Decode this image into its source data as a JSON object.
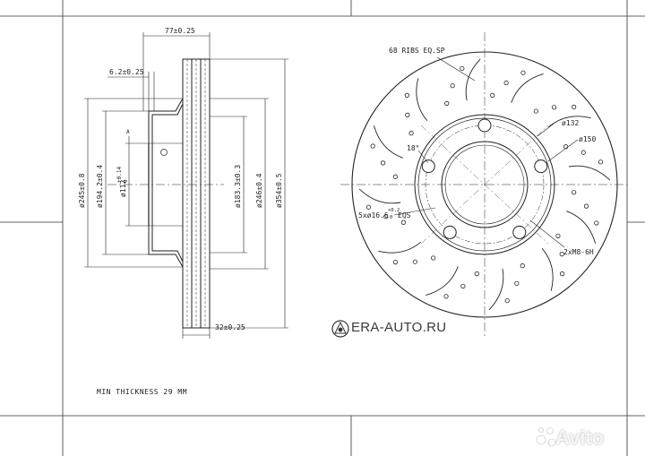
{
  "section_view": {
    "dims": {
      "overall_width": "77±0.25",
      "hat_offset": "6.2±0.25",
      "rotor_thickness": "32±0.25",
      "d_outer_hat": "ø245±0.8",
      "d_pilot_outer": "ø194.2±0.4",
      "d_bore": "ø112",
      "d_bore_tol_upper": "+0.14",
      "d_bore_tol_lower": "0",
      "d_inner_friction": "ø183.3±0.3",
      "d_friction": "ø246±0.4",
      "d_outer": "ø354±0.5"
    },
    "datum": "A"
  },
  "face_view": {
    "ribs_label": "68 RIBS EQ.SP",
    "d_132": "ø132",
    "d_150": "ø150",
    "angle": "18°",
    "holes_label": "5xø16.6",
    "holes_tol": "+0.2",
    "holes_tol2": "0",
    "holes_suffix": "EQS",
    "thread_label": "2xM8-6H"
  },
  "note": "MIN THICKNESS 29 MM",
  "watermark": "ERA-AUTO.RU",
  "avito": "Avito"
}
